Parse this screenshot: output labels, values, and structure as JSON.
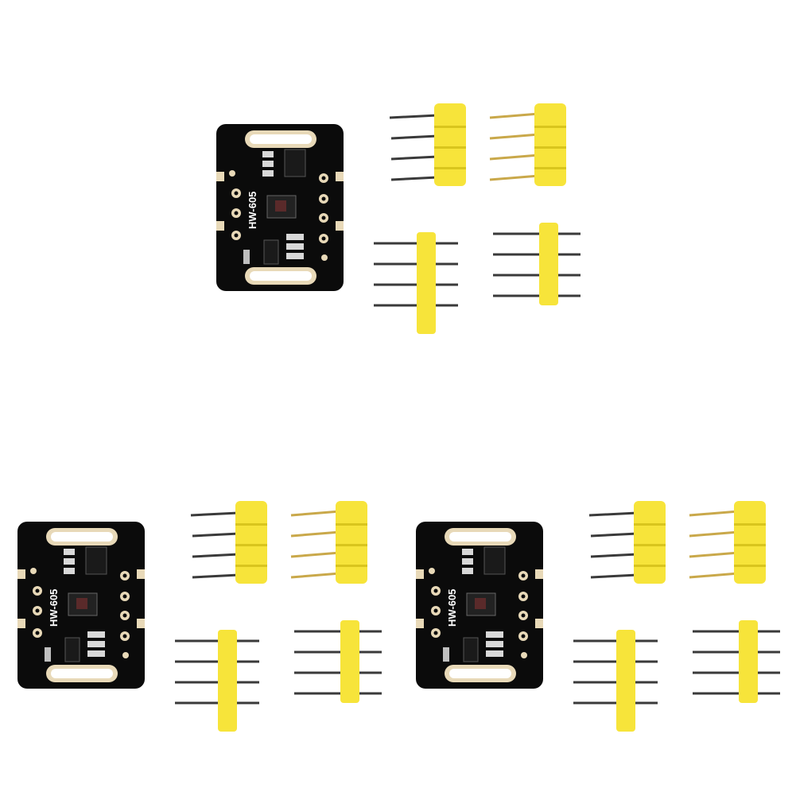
{
  "product": {
    "board_label": "HW-605",
    "colors": {
      "pcb": "#0b0b0b",
      "pad": "#e8d9b8",
      "header_plastic": "#f7e43a",
      "header_shade": "#d9c51d",
      "pin_metal": "#3a3a3a",
      "pin_gold": "#c9a84a",
      "silk": "#ffffff"
    }
  },
  "kits": [
    {
      "id": "kit-top",
      "board_label": "HW-605"
    },
    {
      "id": "kit-bottom-left",
      "board_label": "HW-605"
    },
    {
      "id": "kit-bottom-right",
      "board_label": "HW-605"
    }
  ]
}
